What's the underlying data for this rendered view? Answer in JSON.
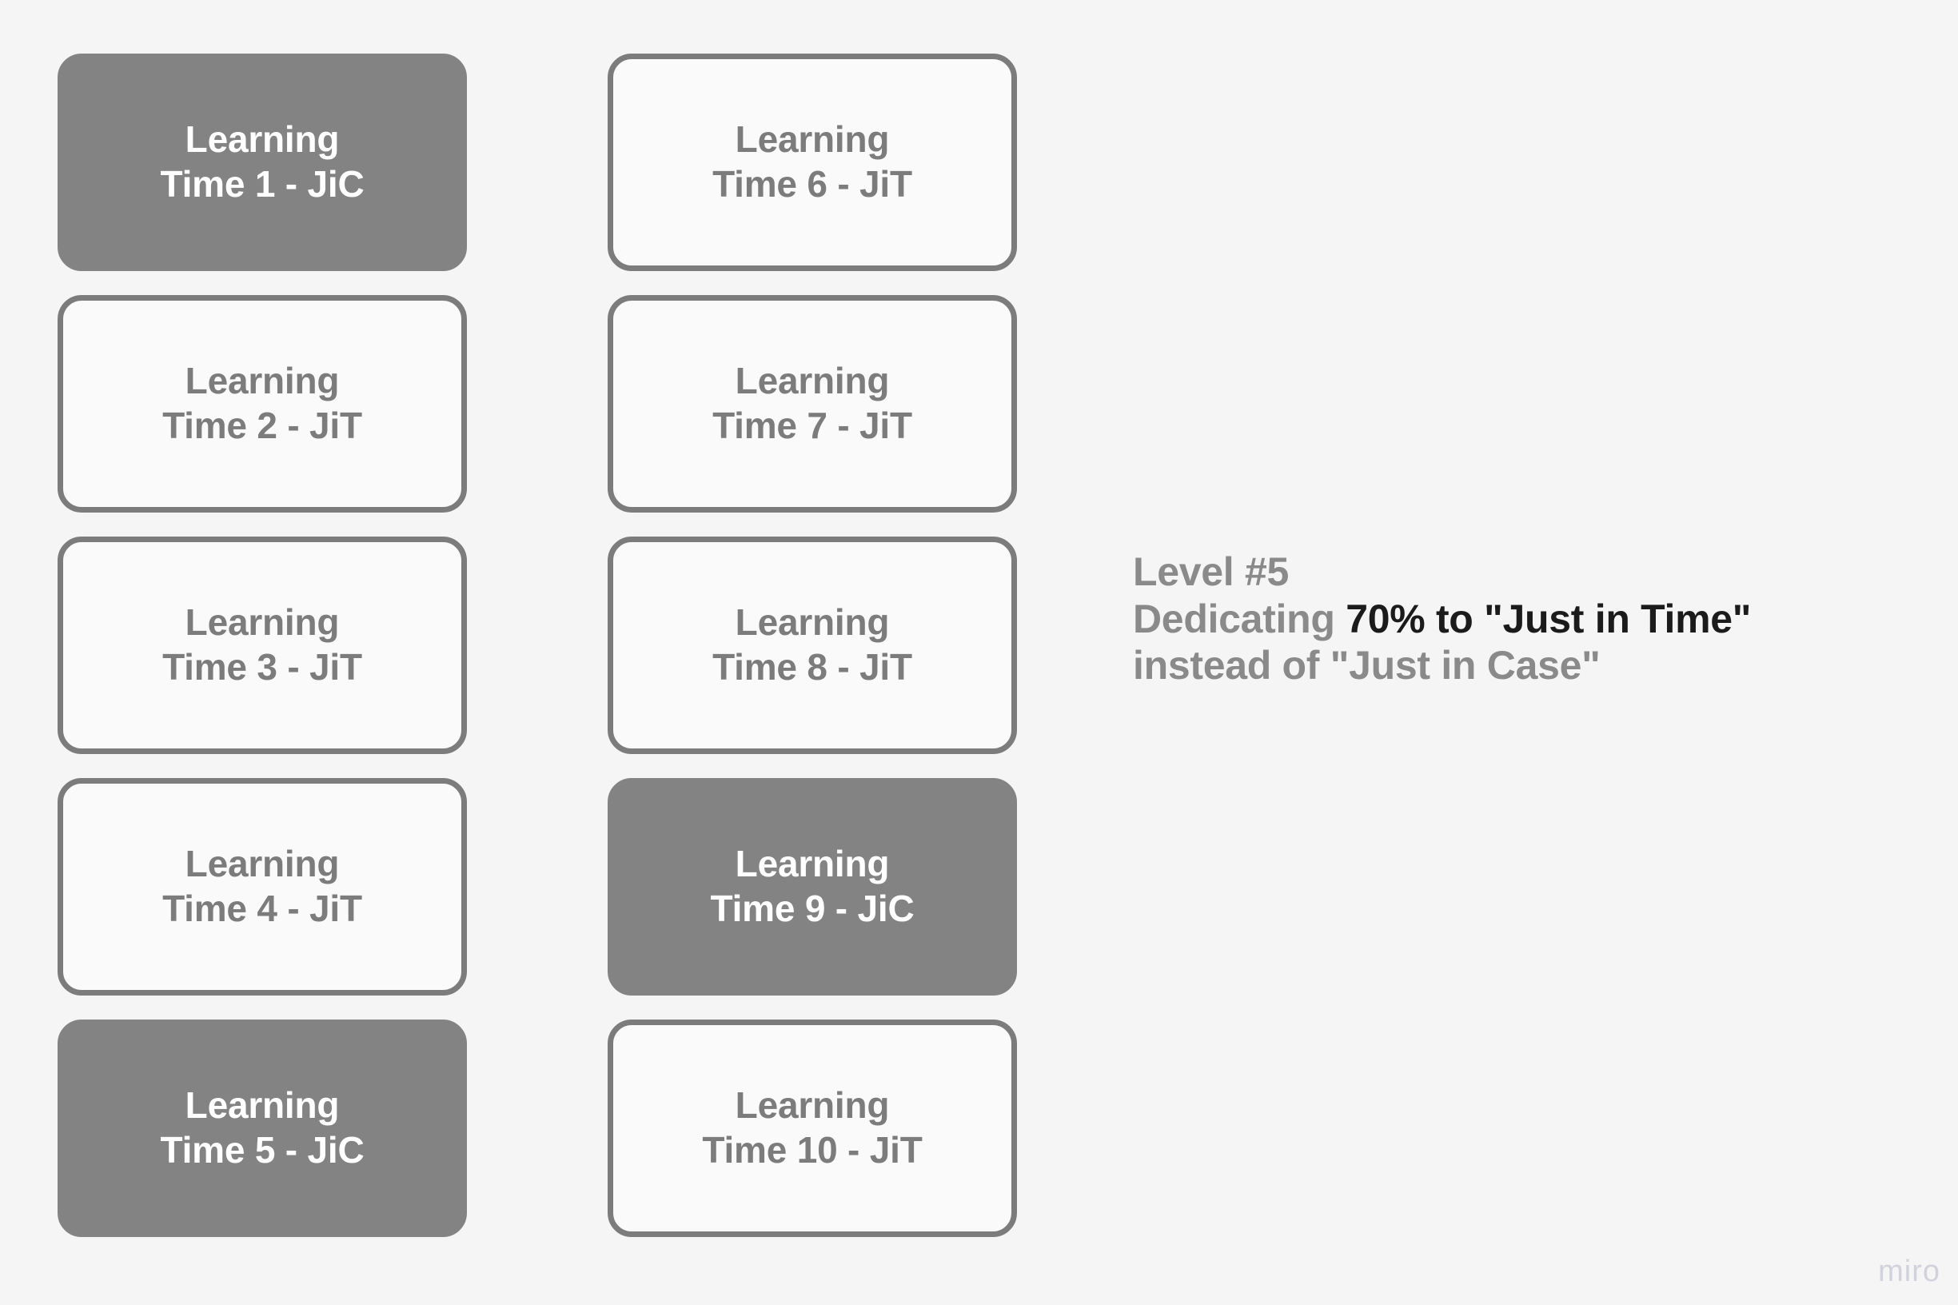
{
  "background_color": "#f5f5f6",
  "colors": {
    "filled_card_bg": "#838383",
    "filled_card_text": "#ffffff",
    "outline_card_border": "#7c7c7c",
    "outline_card_bg": "#fafafa",
    "outline_card_text": "#7c7c7c",
    "annotation_muted": "#8a8a8a",
    "annotation_emphasis": "#1b1b1b",
    "watermark": "#d2d2dc"
  },
  "cards": [
    {
      "line1": "Learning",
      "line2": "Time 1 - JiC",
      "style": "filled",
      "type": "JiC"
    },
    {
      "line1": "Learning",
      "line2": "Time 6 - JiT",
      "style": "outline",
      "type": "JiT"
    },
    {
      "line1": "Learning",
      "line2": "Time 2 - JiT",
      "style": "outline",
      "type": "JiT"
    },
    {
      "line1": "Learning",
      "line2": "Time 7 - JiT",
      "style": "outline",
      "type": "JiT"
    },
    {
      "line1": "Learning",
      "line2": "Time 3 - JiT",
      "style": "outline",
      "type": "JiT"
    },
    {
      "line1": "Learning",
      "line2": "Time 8 - JiT",
      "style": "outline",
      "type": "JiT"
    },
    {
      "line1": "Learning",
      "line2": "Time 4 - JiT",
      "style": "outline",
      "type": "JiT"
    },
    {
      "line1": "Learning",
      "line2": "Time 9 - JiC",
      "style": "filled",
      "type": "JiC"
    },
    {
      "line1": "Learning",
      "line2": "Time 5 - JiC",
      "style": "filled",
      "type": "JiC"
    },
    {
      "line1": "Learning",
      "line2": "Time 10 - JiT",
      "style": "outline",
      "type": "JiT"
    }
  ],
  "annotation": {
    "line1": "Level #5",
    "line2_prefix": "Dedicating ",
    "line2_emphasis": "70% to \"Just in Time\"",
    "line3": "instead of \"Just in Case\""
  },
  "watermark": {
    "label": "miro"
  }
}
